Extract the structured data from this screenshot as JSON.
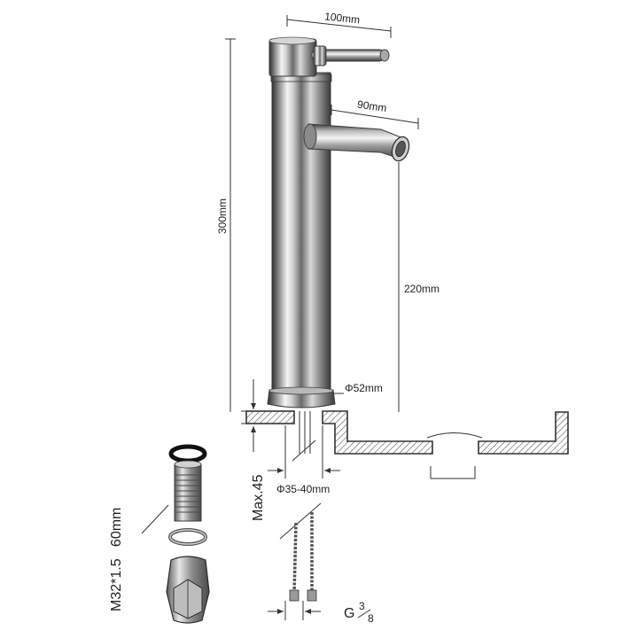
{
  "dimensions": {
    "handle_length": "100mm",
    "spout_length": "90mm",
    "total_height": "300mm",
    "spout_height": "220mm",
    "base_diameter": "Φ52mm",
    "hole_diameter": "Φ35-40mm",
    "max_thickness": "Max.45",
    "thread_spec": "M32*1.5   60mm",
    "hose_thread_prefix": "G",
    "hose_thread_num": "3",
    "hose_thread_den": "8"
  },
  "colors": {
    "chrome_dark": "#3a3a3a",
    "chrome_mid": "#9a9a9a",
    "chrome_light": "#f2f2f2",
    "line": "#333333",
    "background": "#ffffff"
  },
  "parts": [
    "faucet-body",
    "countertop-section",
    "sink-basin-section",
    "mounting-bolt",
    "o-ring",
    "washer",
    "nut",
    "flexible-hoses"
  ]
}
